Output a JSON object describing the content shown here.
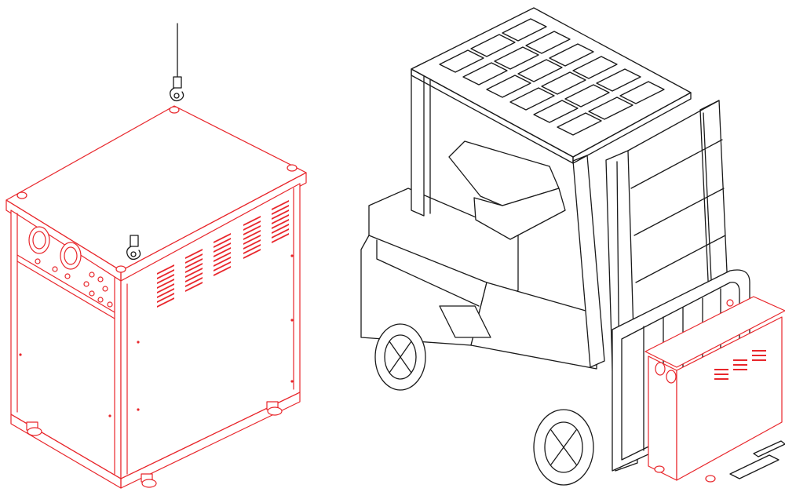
{
  "colors": {
    "background": "#ffffff",
    "equipment_line": "#e8262b",
    "forklift_line": "#1a1a1a"
  },
  "figures": [
    {
      "name": "welder-lifted-by-crane-hooks",
      "color_role": "equipment_line"
    },
    {
      "name": "forklift-carrying-welder",
      "color_role": "forklift_line"
    }
  ]
}
